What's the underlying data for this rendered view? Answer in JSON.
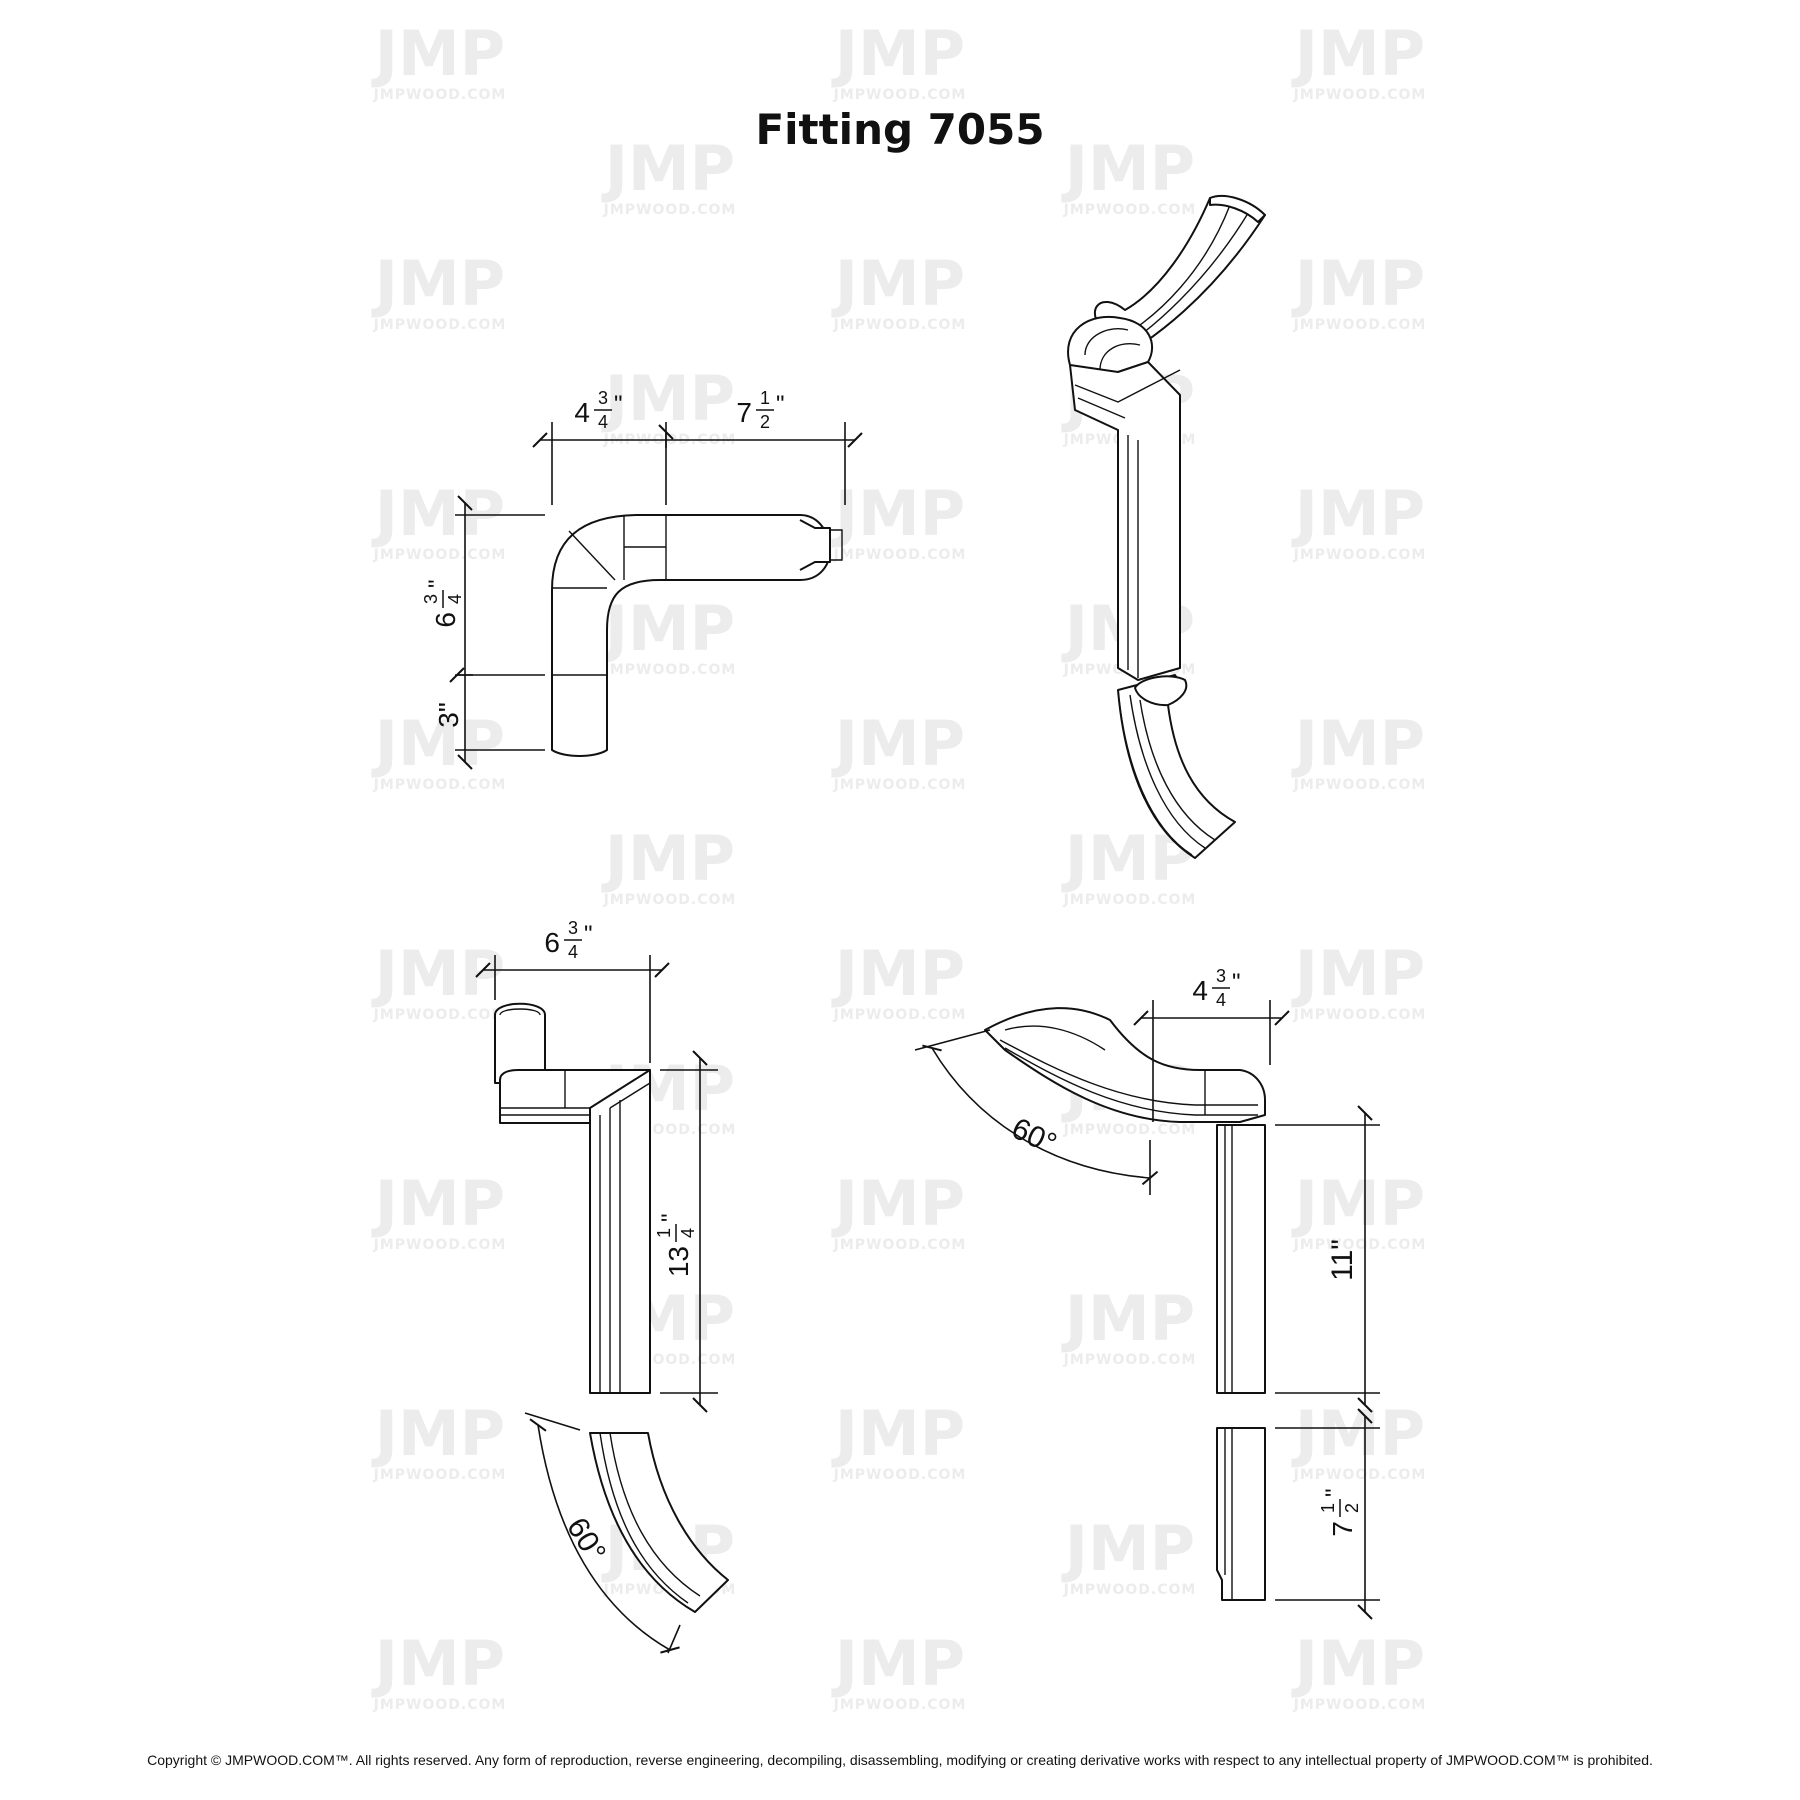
{
  "title": "Fitting 7055",
  "watermark": {
    "logo": "JMP",
    "site": "JMPWOOD.COM"
  },
  "views": {
    "plan": {
      "dims": {
        "top_left": {
          "whole": "4",
          "num": "3",
          "den": "4",
          "unit": "\""
        },
        "top_right": {
          "whole": "7",
          "num": "1",
          "den": "2",
          "unit": "\""
        },
        "side_upper": {
          "whole": "6",
          "num": "3",
          "den": "4",
          "unit": "\""
        },
        "side_lower": "3\""
      }
    },
    "front": {
      "dims": {
        "top": {
          "whole": "6",
          "num": "3",
          "den": "4",
          "unit": "\""
        },
        "height": {
          "whole": "13",
          "num": "1",
          "den": "4",
          "unit": "\""
        },
        "angle": "60°"
      }
    },
    "side": {
      "dims": {
        "top": {
          "whole": "4",
          "num": "3",
          "den": "4",
          "unit": "\""
        },
        "angle": "60°",
        "height_upper": "11\"",
        "height_lower": {
          "whole": "7",
          "num": "1",
          "den": "2",
          "unit": "\""
        }
      }
    }
  },
  "footer": "Copyright © JMPWOOD.COM™. All rights reserved. Any form of reproduction, reverse engineering, decompiling, disassembling, modifying or creating derivative works with respect to any intellectual property of JMPWOOD.COM™ is prohibited."
}
